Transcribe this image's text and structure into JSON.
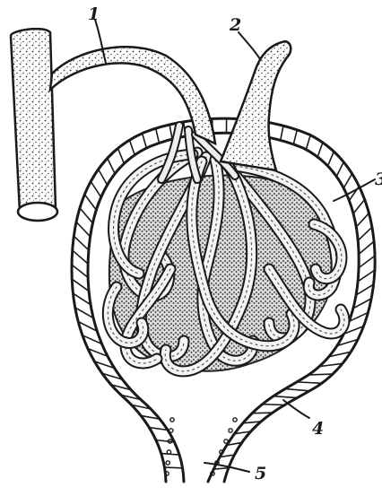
{
  "figure": {
    "labels": [
      {
        "id": "label-1",
        "text": "1"
      },
      {
        "id": "label-2",
        "text": "2"
      },
      {
        "id": "label-3",
        "text": "3"
      },
      {
        "id": "label-4",
        "text": "4"
      },
      {
        "id": "label-5",
        "text": "5"
      }
    ]
  }
}
